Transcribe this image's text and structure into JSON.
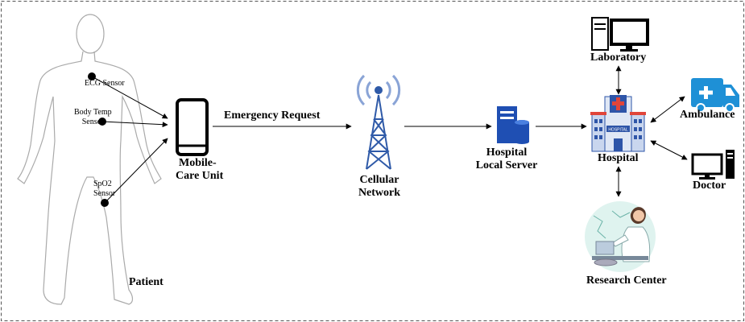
{
  "diagram": {
    "sensors": {
      "ecg": "ECG Sensor",
      "body_temp_line1": "Body Temp",
      "body_temp_line2": "Sensor",
      "spo2_line1": "SpO2",
      "spo2_line2": "Sensor"
    },
    "patient": "Patient",
    "mobile_unit_line1": "Mobile-",
    "mobile_unit_line2": "Care Unit",
    "emergency_request": "Emergency Request",
    "cellular_line1": "Cellular",
    "cellular_line2": "Network",
    "server_line1": "Hospital",
    "server_line2": "Local Server",
    "hospital": "Hospital",
    "hospital_sign": "HOSPITAL",
    "laboratory": "Laboratory",
    "ambulance": "Ambulance",
    "doctor": "Doctor",
    "research_center": "Research Center"
  },
  "colors": {
    "server_blue": "#1f4fb3",
    "ambulance_blue": "#1e90d6",
    "hospital_red": "#e0453a",
    "hospital_blue": "#2e55a8",
    "tower_blue": "#2f5aa8",
    "border": "#555555"
  },
  "icons": [
    "human-body-icon",
    "phone-icon",
    "tower-icon",
    "server-icon",
    "hospital-icon",
    "computer-icon",
    "ambulance-icon",
    "monitor-icon",
    "scientist-icon"
  ]
}
